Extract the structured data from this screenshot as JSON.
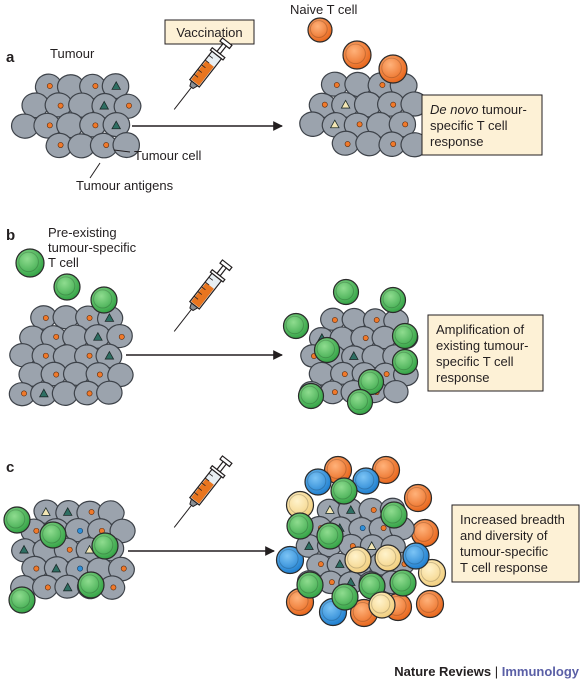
{
  "colors": {
    "tumour_cell": "#9ba3ad",
    "tumour_cell_stroke": "#3d4249",
    "antigen_orange": "#f0792a",
    "antigen_blue": "#2f8fd8",
    "antigen_green": "#2e6f63",
    "antigen_cream": "#f3e6b4",
    "naive_t_cell": "#f0792a",
    "existing_t_cell": "#4db856",
    "blue_t_cell": "#2f8fd8",
    "cream_t_cell": "#f7dc98",
    "box_fill": "#fdf1d6",
    "arrow": "#231f20",
    "journal_subject": "#5a5fa6"
  },
  "panels": [
    {
      "letter": "a",
      "labels": {
        "vaccination": "Vaccination",
        "naive_t_cell": "Naive T cell",
        "tumour": "Tumour",
        "tumour_cell": "Tumour cell",
        "tumour_antigens": "Tumour antigens"
      },
      "box_lines": [
        "De novo tumour-",
        "specific T cell",
        "response"
      ],
      "box_italic_prefix": "De novo"
    },
    {
      "letter": "b",
      "labels": {
        "pre_existing": [
          "Pre-existing",
          "tumour-specific",
          "T cell"
        ]
      },
      "box_lines": [
        "Amplification of",
        "existing tumour-",
        "specific T cell",
        "response"
      ]
    },
    {
      "letter": "c",
      "box_lines": [
        "Increased breadth",
        "and diversity of",
        "tumour-specific",
        "T cell response"
      ]
    }
  ],
  "footer": {
    "journal": "Nature Reviews",
    "separator": "|",
    "subject": "Immunology"
  }
}
